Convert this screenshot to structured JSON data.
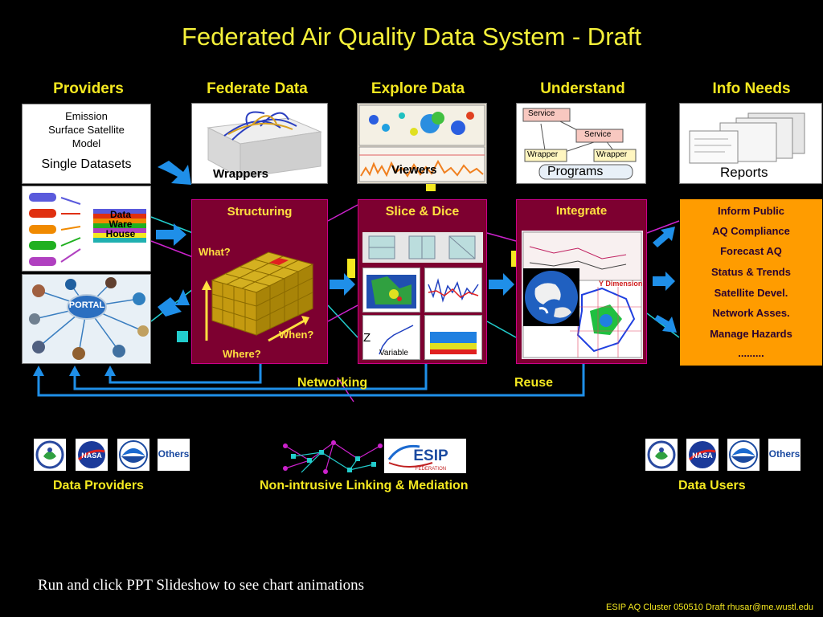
{
  "title": "Federated Air Quality Data System - Draft",
  "columns": [
    "Providers",
    "Federate Data",
    "Explore Data",
    "Understand",
    "Info Needs"
  ],
  "providers": {
    "box1_lines": [
      "Emission",
      "Surface Satellite",
      "Model"
    ],
    "box1_caption": "Single Datasets",
    "warehouse_lines": [
      "Data",
      "Ware",
      "House"
    ],
    "portal": "PORTAL"
  },
  "federate": {
    "image_label": "Wrappers",
    "panel_title": "Structuring",
    "what": "What?",
    "when": "When?",
    "where": "Where?"
  },
  "explore": {
    "image_label": "Viewers",
    "panel_title": "Slice & Dice",
    "z": "Z",
    "variable": "Variable"
  },
  "understand": {
    "image_label": "Programs",
    "panel_title": "Integrate",
    "service1": "Service",
    "service2": "Service",
    "wrapper1": "Wrapper",
    "wrapper2": "Wrapper",
    "ydim": "Y Dimension"
  },
  "info": {
    "image_label": "Reports",
    "items": [
      "Inform Public",
      "AQ Compliance",
      "Forecast AQ",
      "Status & Trends",
      "Satellite Devel.",
      "Network Asses.",
      "Manage Hazards",
      "........."
    ]
  },
  "labels": {
    "networking": "Networking",
    "reuse": "Reuse"
  },
  "bottom": {
    "left_logos": [
      "EPA",
      "NASA",
      "NOAA",
      "Others"
    ],
    "left_caption": "Data Providers",
    "center_logo": "ESIP",
    "center_sub": "FEDERATION",
    "center_caption": "Non-intrusive Linking & Mediation",
    "right_logos": [
      "EPA",
      "NASA",
      "NOAA",
      "Others"
    ],
    "right_caption": "Data Users"
  },
  "note": "Run and click PPT Slideshow to see chart animations",
  "footer": "ESIP AQ Cluster 050510  Draft  rhusar@me.wustl.edu",
  "colors": {
    "accent": "#f4e820",
    "title": "#f4f03a",
    "maroon": "#7d0030",
    "orange": "#ff9c00",
    "arrow": "#1f8fe8"
  }
}
